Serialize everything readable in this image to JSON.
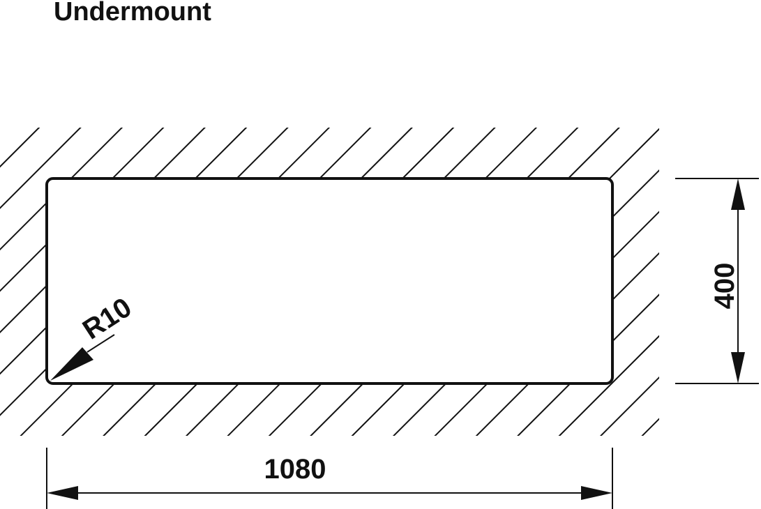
{
  "title": "Undermount",
  "dimensions": {
    "width_label": "1080",
    "height_label": "400",
    "radius_label": "R10"
  },
  "colors": {
    "line": "#111111",
    "background": "#ffffff"
  }
}
